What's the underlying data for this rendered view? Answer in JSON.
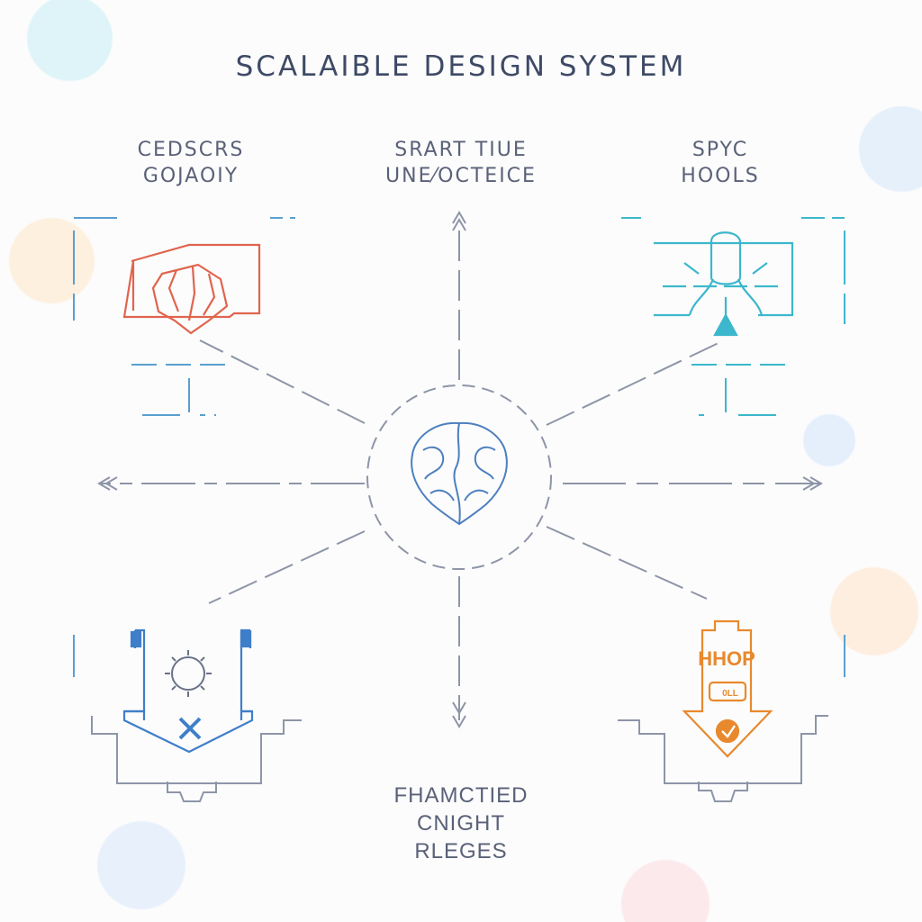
{
  "title": "SCALAIBLE DESIGN SYSTEM",
  "nodes": {
    "top_left": {
      "lines": [
        "CEDSCRS",
        "GOJAOIY"
      ],
      "color": "#e0644e"
    },
    "top_center": {
      "lines": [
        "SRART TIUE",
        "UNE⁄OCTEICE"
      ]
    },
    "top_right": {
      "lines": [
        "SPYC",
        "HOOLS"
      ],
      "color": "#3cb7cc"
    },
    "bottom_center": {
      "lines": [
        "FHAMCTIED",
        "CNIGHT",
        "RLEGES"
      ]
    },
    "bottom_left": {
      "color": "#3f7fc9"
    },
    "bottom_right": {
      "badge": "HHOP",
      "pill": "0LL",
      "color": "#e8892e"
    },
    "hub": {
      "color": "#4d7fbf"
    }
  },
  "colors": {
    "lines": "#8e95a8",
    "text": "#3e4a66"
  }
}
